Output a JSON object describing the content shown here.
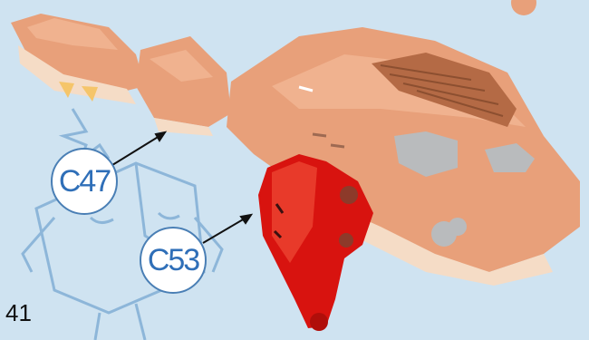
{
  "step_number": "41",
  "callouts": [
    {
      "label": "C47"
    },
    {
      "label": "C53"
    }
  ],
  "colors": {
    "background": "#cfe3f1",
    "body_peach": "#e8a07a",
    "body_shadow": "#d98d66",
    "light_cream": "#f5dcc6",
    "red_part": "#d8130f",
    "gray_part": "#b9bbbd",
    "brown_detail": "#b46a45",
    "callout_text": "#2f6fb8",
    "mascot_outline": "#8db6d9"
  }
}
